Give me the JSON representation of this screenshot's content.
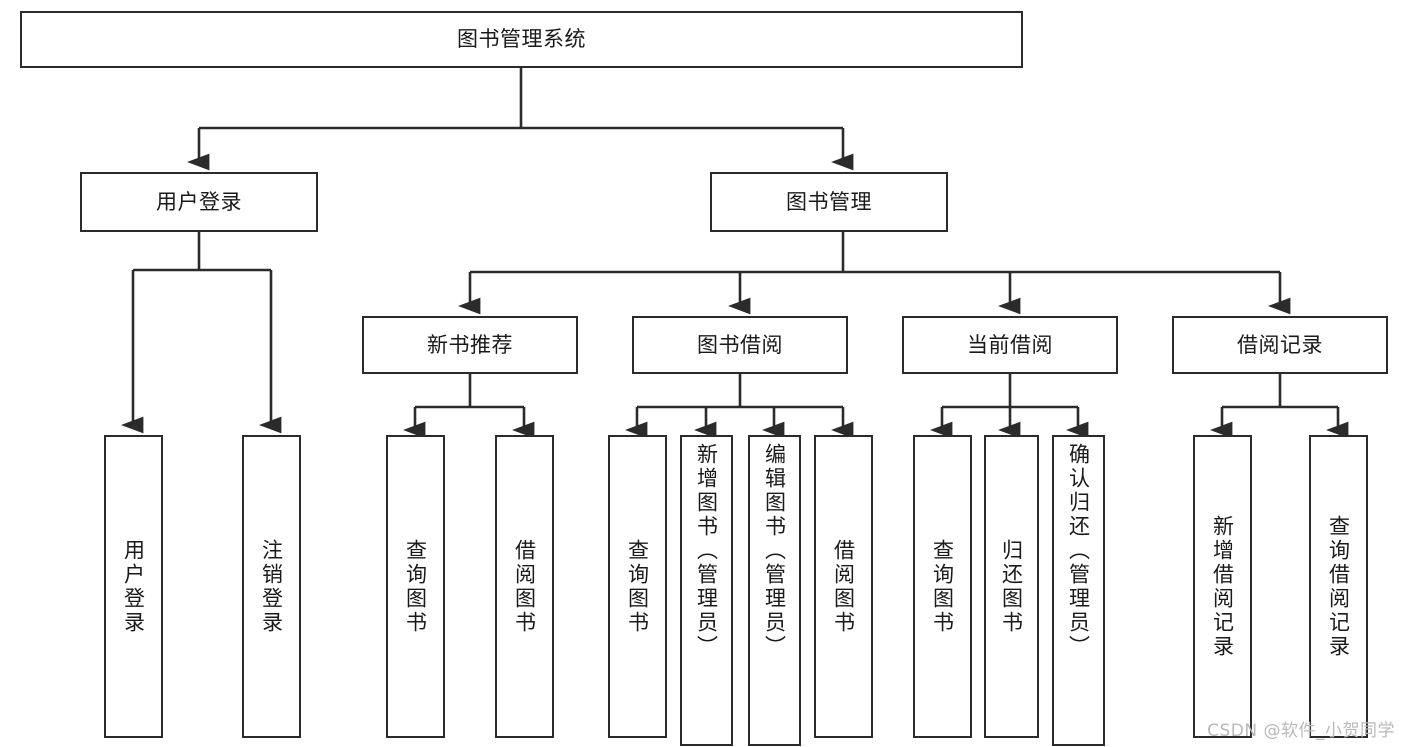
{
  "diagram": {
    "title": "图书管理系统",
    "watermark": "CSDN @软件_小贺同学",
    "colors": {
      "background": "#ffffff",
      "stroke": "#2b2b2b",
      "text": "#1a1a1a",
      "watermark": "#b9b9b9"
    },
    "root": {
      "label": "图书管理系统"
    },
    "level1": [
      {
        "label": "用户登录"
      },
      {
        "label": "图书管理"
      }
    ],
    "level2": [
      {
        "label": "新书推荐"
      },
      {
        "label": "图书借阅"
      },
      {
        "label": "当前借阅"
      },
      {
        "label": "借阅记录"
      }
    ],
    "leaves": {
      "user_login": [
        {
          "label": "用户登录"
        },
        {
          "label": "注销登录"
        }
      ],
      "new_book_recommend": [
        {
          "label": "查询图书"
        },
        {
          "label": "借阅图书"
        }
      ],
      "book_borrow": [
        {
          "label": "查询图书"
        },
        {
          "label": "新增图书（管理员）"
        },
        {
          "label": "编辑图书（管理员）"
        },
        {
          "label": "借阅图书"
        }
      ],
      "current_borrow": [
        {
          "label": "查询图书"
        },
        {
          "label": "归还图书"
        },
        {
          "label": "确认归还（管理员）"
        }
      ],
      "borrow_record": [
        {
          "label": "新增借阅记录"
        },
        {
          "label": "查询借阅记录"
        }
      ]
    }
  }
}
